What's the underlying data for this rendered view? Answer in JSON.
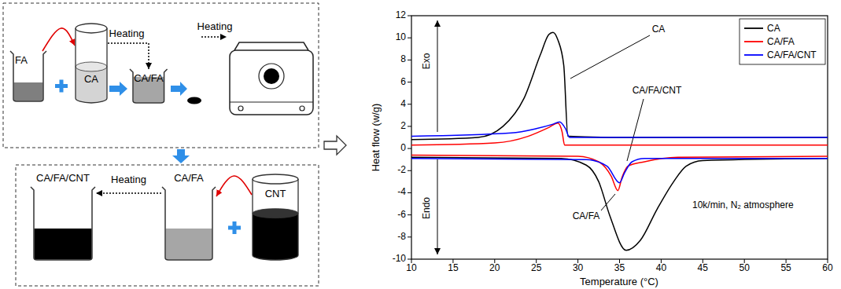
{
  "diagram": {
    "nodes": [
      {
        "text": [
          "FA"
        ]
      },
      {
        "text": [
          "CA"
        ]
      },
      {
        "text": [
          "CA/FA"
        ]
      },
      {
        "text": [
          "CA/FA/CNT"
        ]
      },
      {
        "text": [
          "CA/FA"
        ]
      },
      {
        "text": [
          "CNT"
        ]
      }
    ],
    "edges": [
      {
        "from": 0,
        "to": 1,
        "arrow": "to"
      },
      {
        "from": 1,
        "to": 2,
        "label": "Heating",
        "arrow": "to"
      },
      {
        "from": 5,
        "to": 4,
        "arrow": "to"
      },
      {
        "from": 4,
        "to": 3,
        "label": "Heating",
        "arrow": "to"
      }
    ],
    "labels": [
      "Heating",
      "12",
      "10",
      "8",
      "6",
      "4",
      "2",
      "0",
      "-2",
      "-4",
      "-6",
      "-8",
      "-10",
      "10",
      "15",
      "20",
      "25",
      "30",
      "35",
      "40",
      "45",
      "50",
      "55",
      "60",
      "Heat flow (w/g)",
      "Temperature (°C)",
      "Exo",
      "Endo",
      "CA",
      "CA/FA/CNT",
      "CA/FA",
      "10k/min, N₂ atmosphere"
    ],
    "legend": [
      {
        "text": "CA"
      },
      {
        "text": "CA/FA"
      },
      {
        "text": "CA/FA/CNT"
      }
    ]
  }
}
